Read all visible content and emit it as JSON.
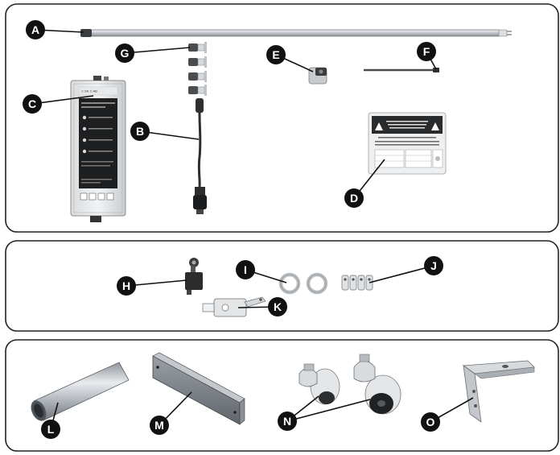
{
  "colors": {
    "panel_border": "#222222",
    "callout_fill": "#111111",
    "callout_text": "#ffffff",
    "part_dark": "#2a2a2a",
    "part_silver": "#cfd2d6"
  },
  "panels": [
    {
      "id": "panel-1",
      "callouts": [
        "A",
        "B",
        "C",
        "D",
        "E",
        "F",
        "G"
      ]
    },
    {
      "id": "panel-2",
      "callouts": [
        "H",
        "I",
        "J",
        "K"
      ]
    },
    {
      "id": "panel-3",
      "callouts": [
        "L",
        "M",
        "N",
        "O"
      ]
    }
  ],
  "callouts": {
    "A": "A",
    "B": "B",
    "C": "C",
    "D": "D",
    "E": "E",
    "F": "F",
    "G": "G",
    "H": "H",
    "I": "I",
    "J": "J",
    "K": "K",
    "L": "L",
    "M": "M",
    "N": "N",
    "O": "O"
  },
  "parts": {
    "A": {
      "icon": "uv-lamp-tube-icon"
    },
    "B": {
      "icon": "power-cable-icon"
    },
    "C": {
      "icon": "control-unit-icon"
    },
    "D": {
      "icon": "warning-label-card-icon"
    },
    "E": {
      "icon": "lamp-cap-icon"
    },
    "F": {
      "icon": "cable-tie-icon"
    },
    "G": {
      "icon": "cable-connectors-icon"
    },
    "H": {
      "icon": "limit-switch-icon"
    },
    "I": {
      "icon": "o-rings-icon"
    },
    "J": {
      "icon": "terminal-clips-icon"
    },
    "K": {
      "icon": "bracket-switch-icon"
    },
    "L": {
      "icon": "steel-tube-icon"
    },
    "M": {
      "icon": "mounting-channel-icon"
    },
    "N": {
      "icon": "magnetic-clamps-icon"
    },
    "O": {
      "icon": "angle-bracket-icon"
    }
  }
}
